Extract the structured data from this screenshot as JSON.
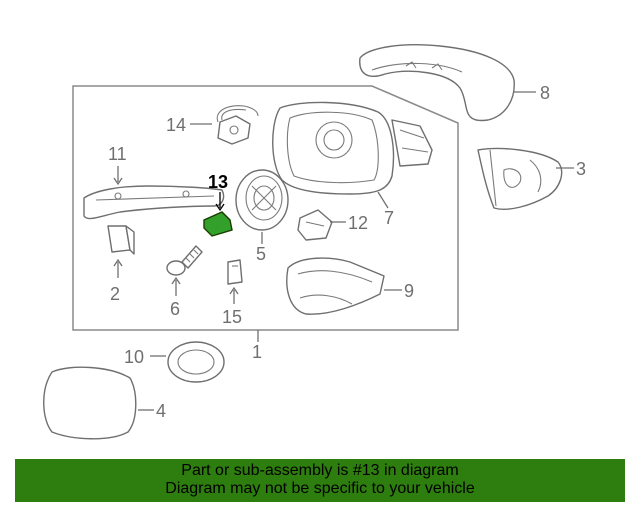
{
  "callouts": {
    "c1": "1",
    "c2": "2",
    "c3": "3",
    "c4": "4",
    "c5": "5",
    "c6": "6",
    "c7": "7",
    "c8": "8",
    "c9": "9",
    "c10": "10",
    "c11": "11",
    "c12": "12",
    "c13": "13",
    "c14": "14",
    "c15": "15"
  },
  "highlight": {
    "part": "13",
    "color": "#33a02c"
  },
  "banner": {
    "line1": "Part or sub-assembly is #13 in diagram",
    "line2": "Diagram may not be specific to your vehicle",
    "color": "#2e7d0f"
  }
}
